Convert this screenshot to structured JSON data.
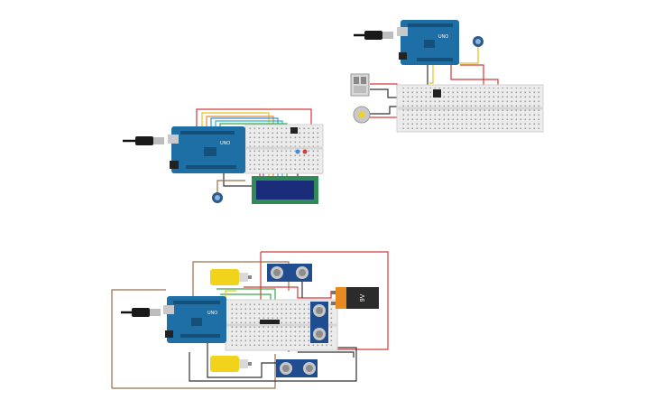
{
  "canvas": {
    "background": "#ffffff"
  },
  "board_label": "UNO",
  "battery_label": "9V",
  "colors": {
    "arduino_body": "#1d6fa5",
    "arduino_dark": "#14507a",
    "breadboard": "#ececec",
    "lcd_frame": "#2e8b57",
    "lcd_screen": "#1a2c7a",
    "motor_yellow": "#f2d31b",
    "sonar_blue": "#1f4d8f",
    "battery_orange": "#e78a1f",
    "battery_black": "#2b2b2b",
    "wire_red": "#d43a3a",
    "wire_black": "#333333",
    "wire_brown": "#9a6f4a",
    "wire_green": "#3aa84a",
    "wire_yellow": "#e6c21c",
    "wire_blue": "#3c8fd6",
    "wire_orange": "#e88a2a",
    "wire_purple": "#7a4ca8",
    "wire_cyan": "#2bb5c8"
  },
  "circuits": [
    {
      "name": "circuit-lcd-pot",
      "components": [
        "usb-cable-icon",
        "arduino-uno",
        "breadboard",
        "lcd-16x2",
        "potentiometer-icon",
        "led-red",
        "led-blue"
      ]
    },
    {
      "name": "circuit-relay-sensor",
      "components": [
        "usb-cable-icon",
        "arduino-uno",
        "breadboard",
        "relay-module",
        "dc-motor-icon",
        "potentiometer-icon",
        "ic-chip"
      ]
    },
    {
      "name": "circuit-robot",
      "components": [
        "usb-cable-icon",
        "arduino-uno",
        "breadboard",
        "gear-motor-top",
        "gear-motor-bottom",
        "ultrasonic-sensor-1",
        "ultrasonic-sensor-2",
        "ultrasonic-sensor-3",
        "battery-9v",
        "motor-driver-ic"
      ]
    }
  ]
}
